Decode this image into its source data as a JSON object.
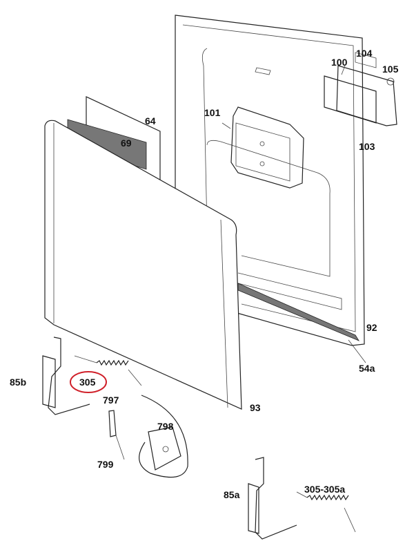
{
  "diagram": {
    "labels": {
      "p104": "104",
      "p100": "100",
      "p105": "105",
      "p101": "101",
      "p103": "103",
      "p64": "64",
      "p69": "69",
      "p92": "92",
      "p54a": "54a",
      "p85b": "85b",
      "p305": "305",
      "p797": "797",
      "p798": "798",
      "p799": "799",
      "p93": "93",
      "p85a": "85a",
      "p305_305a": "305-305a"
    },
    "highlight_color": "#d0202a"
  }
}
